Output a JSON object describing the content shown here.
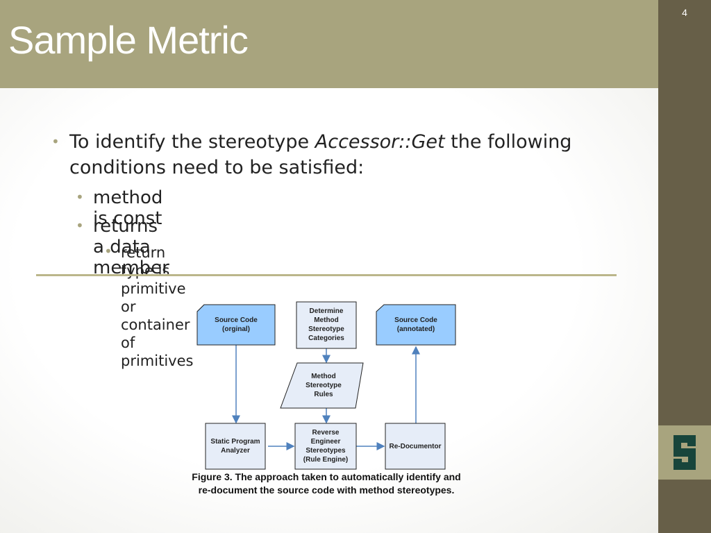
{
  "slide": {
    "title": "Sample Metric",
    "number": "4"
  },
  "bullets": {
    "level1": {
      "text_before": "To identify the stereotype ",
      "emphasis": "Accessor::Get",
      "text_after": " the following conditions need to be satisfied:"
    },
    "level2": [
      "method is const",
      "returns a data member"
    ],
    "level3": [
      "return type is primitive or container of primitives"
    ]
  },
  "diagram": {
    "source_original": [
      "Source Code",
      "(orginal)"
    ],
    "determine": [
      "Determine",
      "Method",
      "Stereotype",
      "Categories"
    ],
    "source_annotated": [
      "Source Code",
      "(annotated)"
    ],
    "rules": [
      "Method",
      "Stereotype",
      "Rules"
    ],
    "analyzer": [
      "Static Program",
      "Analyzer"
    ],
    "reverse": [
      "Reverse",
      "Engineer",
      "Stereotypes",
      "(Rule Engine)"
    ],
    "redocumentor": [
      "Re-Documentor"
    ]
  },
  "caption": "Figure 3.  The approach taken to automatically identify and re-document the source code with method stereotypes.",
  "logo": {
    "letter": "S"
  },
  "colors": {
    "title_bar": "#a8a47e",
    "side_strip": "#675f48",
    "logo_green": "#18453b",
    "box_blue": "#99ccff",
    "box_light": "#e6edf8",
    "arrow": "#4f81bd"
  }
}
